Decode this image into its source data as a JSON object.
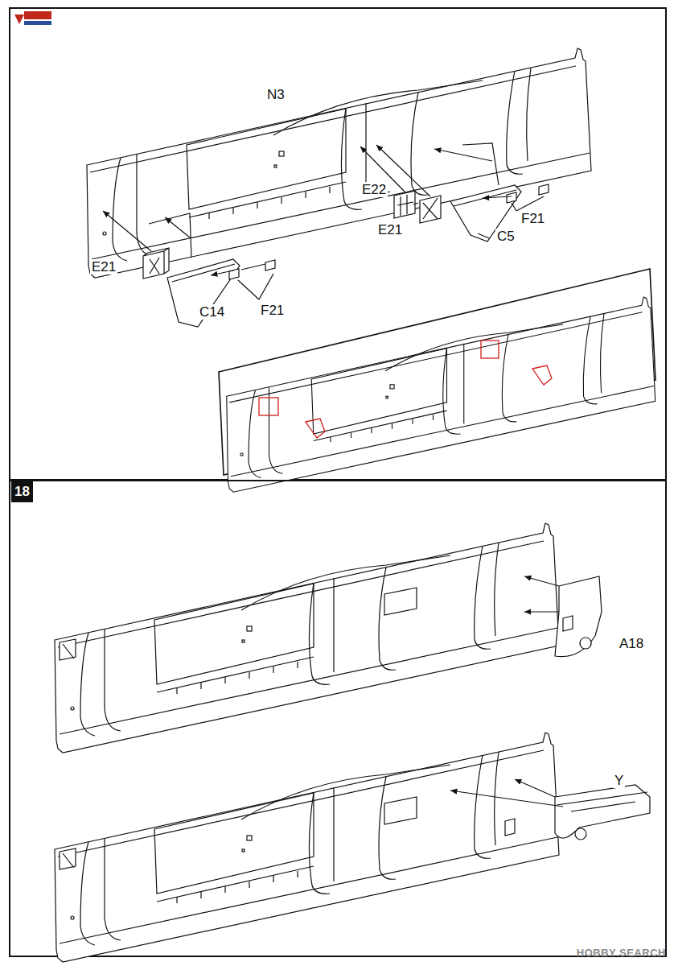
{
  "diagram": {
    "nodes": [
      {
        "text": [
          "18"
        ]
      }
    ],
    "labels": [
      "N3",
      "E22",
      "E21",
      "F21",
      "C5",
      "E21",
      "C14",
      "F21",
      "A18",
      "Y",
      "HOBBY SEARCH"
    ]
  }
}
